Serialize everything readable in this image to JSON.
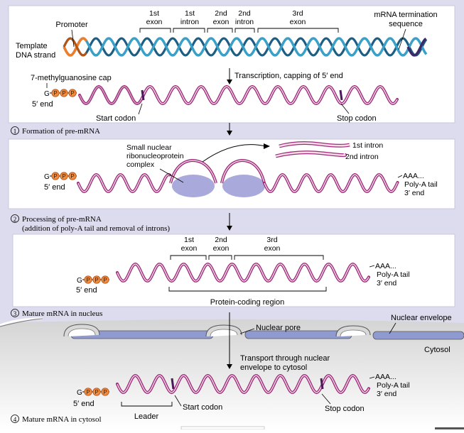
{
  "colors": {
    "panel": "#dcdcee",
    "panel_border": "#b9b9d6",
    "white_box": "#ffffff",
    "dna_blue": "#3aa0c8",
    "dna_orange": "#f07d2a",
    "mrna": "#a02a7a",
    "mrna_dark": "#4a1a5a",
    "snrnp": "#9a9ad4",
    "phosphate": "#f08c3c",
    "envelope_fill": "#8f9ad0",
    "cytosol_top": "#d9d9d9",
    "cytosol_bottom": "#ffffff"
  },
  "dna": {
    "promoter": "Promoter",
    "template_strand": [
      "Template",
      "DNA strand"
    ],
    "exon1": [
      "1st",
      "exon"
    ],
    "intron1": [
      "1st",
      "intron"
    ],
    "exon2": [
      "2nd",
      "exon"
    ],
    "intron2": [
      "2nd",
      "intron"
    ],
    "exon3": [
      "3rd",
      "exon"
    ],
    "termination": [
      "mRNA termination",
      "sequence"
    ]
  },
  "step1": {
    "cap_label": "7-methylguanosine cap",
    "five_prime": "5′ end",
    "transcription": "Transcription, capping of 5′ end",
    "start_codon": "Start codon",
    "stop_codon": "Stop codon",
    "num": "1",
    "caption": "Formation of pre-mRNA"
  },
  "step2": {
    "snrnp": [
      "Small nuclear",
      "ribonucleoprotein",
      "complex"
    ],
    "intron1": "1st intron",
    "intron2": "2nd intron",
    "five_prime": "5′ end",
    "aaa": "AAA...",
    "polya": "Poly-A tail",
    "three_prime": "3′ end",
    "num": "2",
    "caption": [
      "Processing of pre-mRNA",
      "(addition of poly-A tail and removal of introns)"
    ]
  },
  "step3": {
    "exon1": [
      "1st",
      "exon"
    ],
    "exon2": [
      "2nd",
      "exon"
    ],
    "exon3": [
      "3rd",
      "exon"
    ],
    "five_prime": "5′ end",
    "aaa": "AAA...",
    "polya": "Poly-A tail",
    "three_prime": "3′ end",
    "coding": "Protein-coding region",
    "num": "3",
    "caption": "Mature mRNA in nucleus"
  },
  "step4": {
    "nuclear_pore": "Nuclear pore",
    "nuclear_envelope": "Nuclear envelope",
    "cytosol": "Cytosol",
    "transport": [
      "Transport through nuclear",
      "envelope to cytosol"
    ],
    "five_prime": "5′ end",
    "aaa": "AAA...",
    "polya": "Poly-A tail",
    "three_prime": "3′ end",
    "leader": "Leader",
    "start_codon": "Start codon",
    "stop_codon": "Stop codon",
    "num": "4",
    "caption": "Mature mRNA in cytosol"
  },
  "cap": {
    "g": "G",
    "p": "P"
  }
}
